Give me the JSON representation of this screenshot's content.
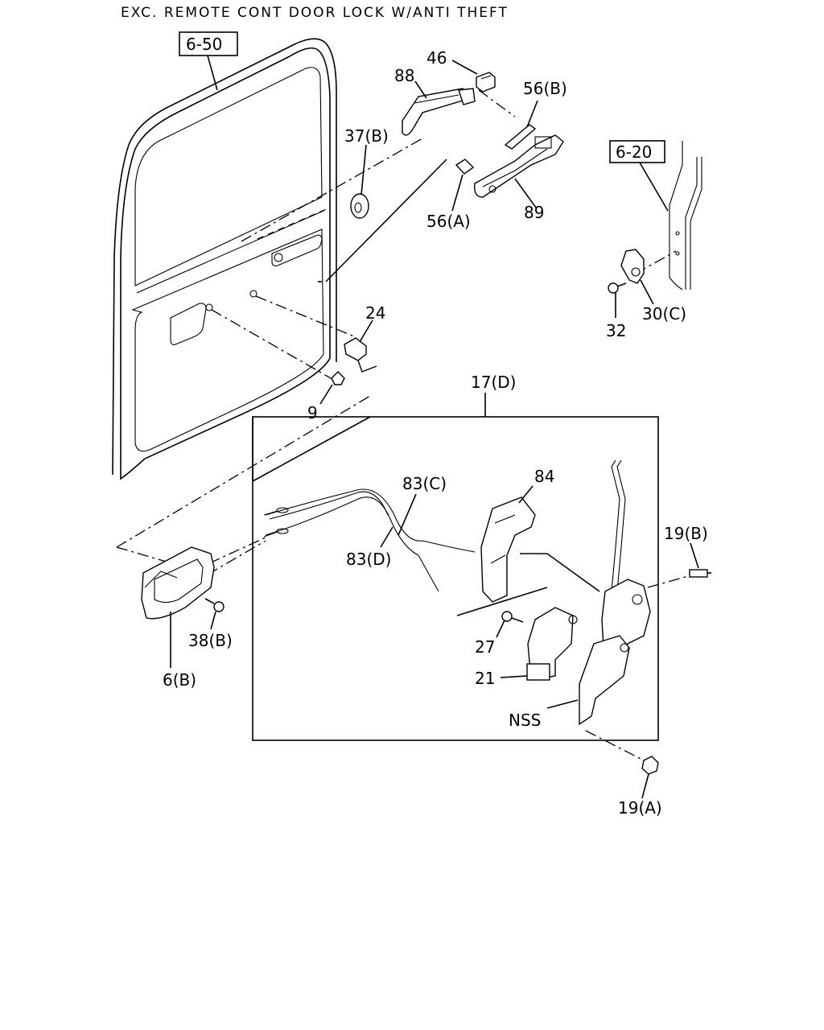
{
  "header": {
    "title": "EXC. REMOTE CONT DOOR LOCK W/ANTI THEFT"
  },
  "refs": {
    "ref_650": "6-50",
    "ref_620": "6-20"
  },
  "labels": {
    "p46": "46",
    "p88": "88",
    "p56b": "56(B)",
    "p37b": "37(B)",
    "p56a": "56(A)",
    "p89": "89",
    "p24": "24",
    "p9": "9",
    "p30c": "30(C)",
    "p32": "32",
    "p17d": "17(D)",
    "p83c": "83(C)",
    "p84": "84",
    "p83d": "83(D)",
    "p19b": "19(B)",
    "p38b": "38(B)",
    "p6b": "6(B)",
    "p27": "27",
    "p21": "21",
    "nss": "NSS",
    "p19a": "19(A)"
  }
}
